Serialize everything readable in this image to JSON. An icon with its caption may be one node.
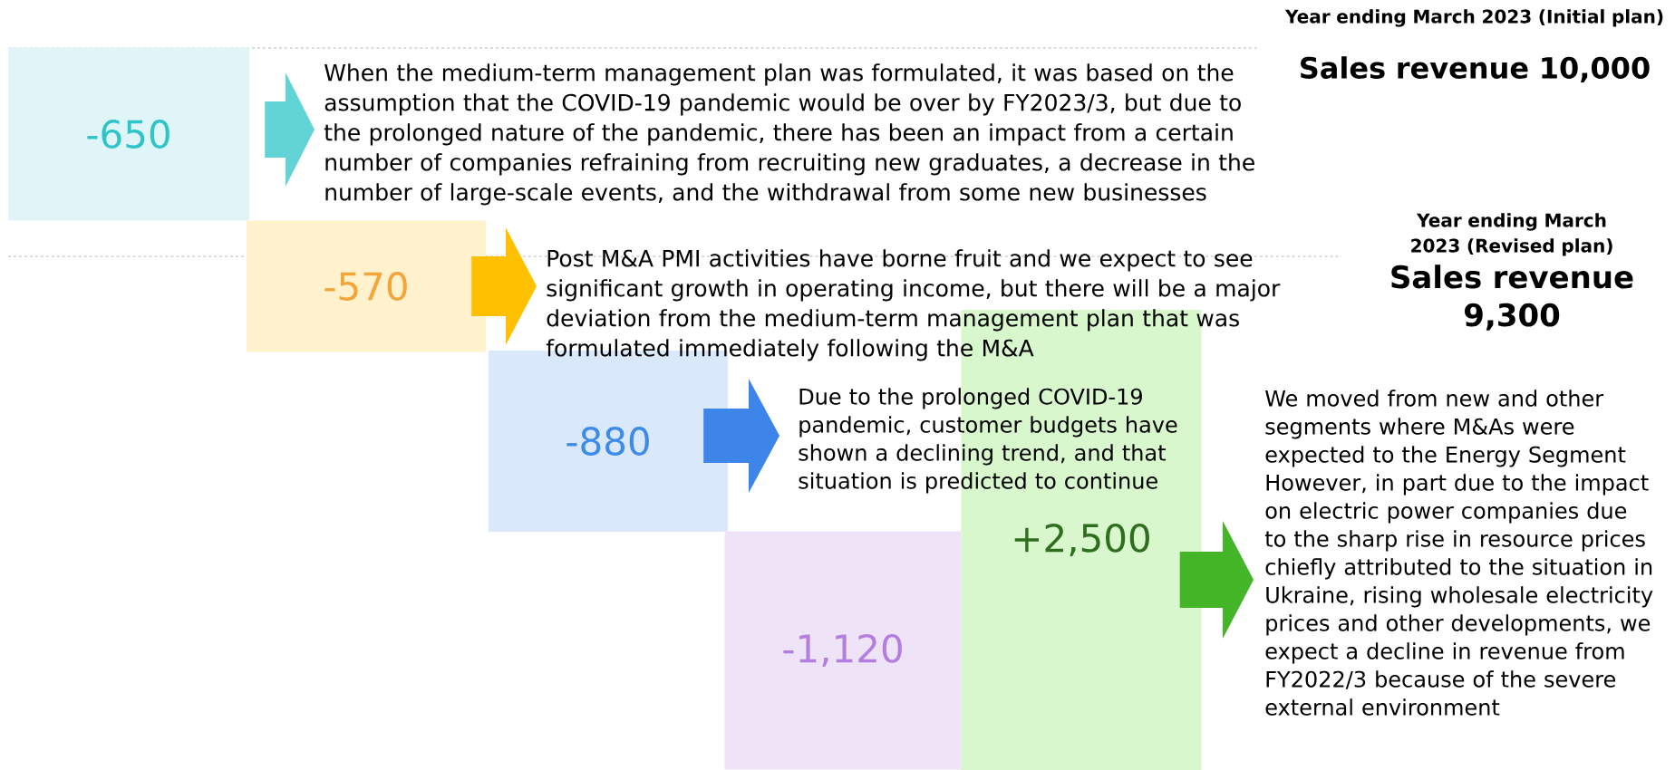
{
  "diagram": {
    "nodes": [
      {
        "text": [
          "-650"
        ]
      },
      {
        "text": [
          "When the medium-term management plan was formulated, it was based on the assumption that the COVID-19 pandemic would be over by FY2023/3, but due to the prolonged nature of the pandemic, there has been an impact from a certain number of companies refraining from recruiting new graduates, a decrease in the number of large-scale events, and the withdrawal from some new businesses"
        ]
      },
      {
        "text": [
          "-570"
        ]
      },
      {
        "text": [
          "Post M&A PMI activities have borne fruit and we expect to see significant growth in operating income, but there will be a major deviation from the medium-term management plan that was formulated immediately following the M&A"
        ]
      },
      {
        "text": [
          "-880"
        ]
      },
      {
        "text": [
          "Due to the prolonged COVID-19 pandemic, customer budgets have shown a declining trend, and that situation is predicted to continue"
        ]
      },
      {
        "text": [
          "-1,120"
        ]
      },
      {
        "text": [
          "+2,500"
        ]
      },
      {
        "text": [
          "We moved from new and other segments where M&As were expected to the Energy Segment However, in part due to the impact on electric power companies due to the sharp rise in resource prices chiefly attributed to the situation in Ukraine, rising wholesale electricity prices and other developments, we expect a decline in revenue from FY2022/3 because of the severe external environment"
        ]
      }
    ],
    "edges": [
      {
        "from": 0,
        "to": 1,
        "arrow": "to",
        "color": "#62d4d6"
      },
      {
        "from": 2,
        "to": 3,
        "arrow": "to",
        "color": "#ffc000"
      },
      {
        "from": 4,
        "to": 5,
        "arrow": "to",
        "color": "#3d85e8"
      },
      {
        "from": 7,
        "to": 8,
        "arrow": "to",
        "color": "#44b526"
      }
    ],
    "labels": [
      "Year ending March 2023 (Initial plan)",
      "Sales revenue 10,000",
      "Year ending March 2023 (Revised plan)",
      "Sales revenue 9,300"
    ]
  }
}
